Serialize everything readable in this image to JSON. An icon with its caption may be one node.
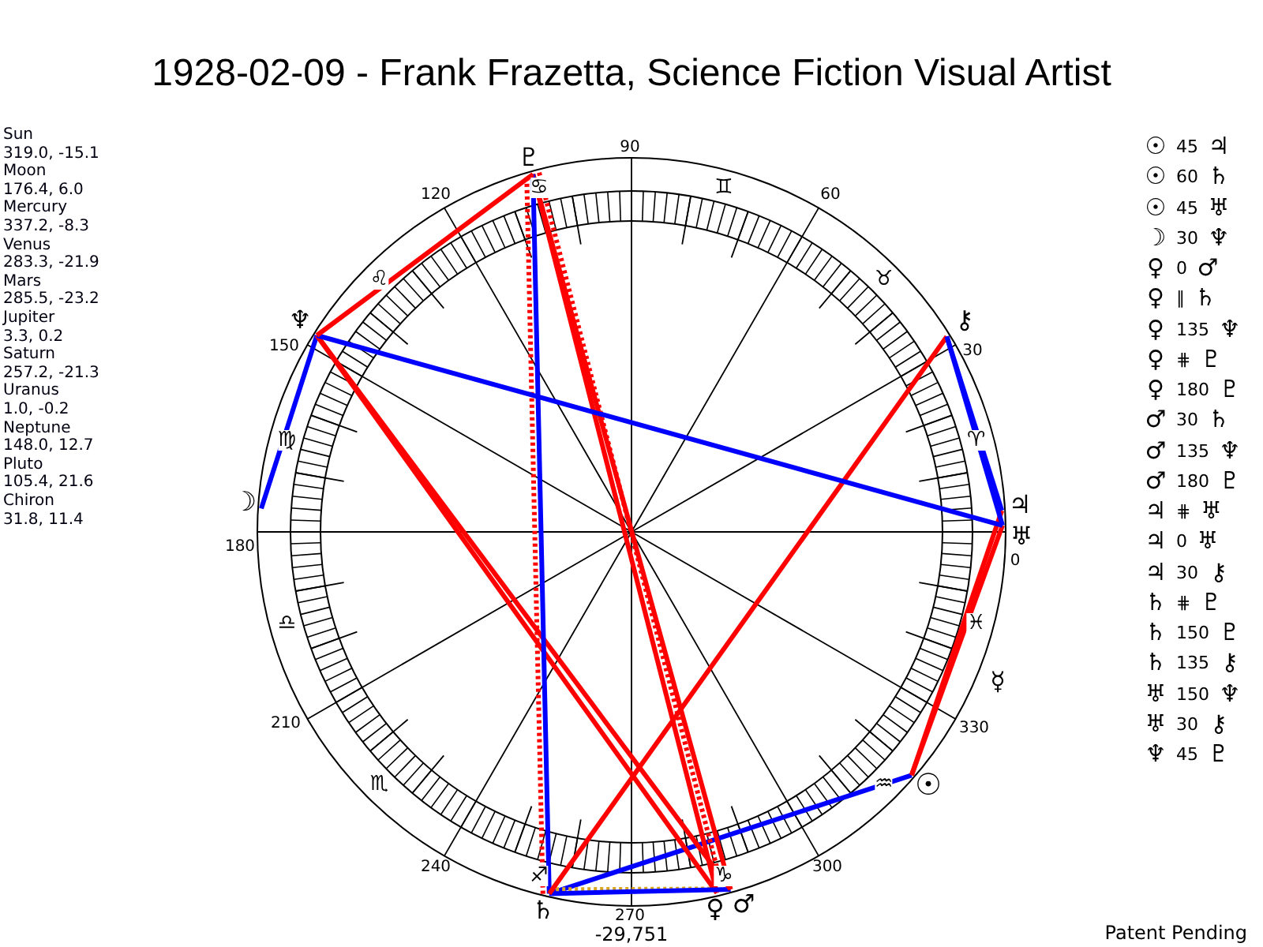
{
  "diagram": {
    "title": "1928-02-09 - Frank Frazetta, Science Fiction Visual Artist",
    "nodes": [
      {
        "text": [
          "☉"
        ]
      },
      {
        "text": [
          "☽"
        ]
      },
      {
        "text": [
          "♀"
        ]
      },
      {
        "text": [
          "♂"
        ]
      },
      {
        "text": [
          "♃"
        ]
      },
      {
        "text": [
          "♄"
        ]
      },
      {
        "text": [
          "♅"
        ]
      },
      {
        "text": [
          "♆"
        ]
      },
      {
        "text": [
          "♇"
        ]
      },
      {
        "text": [
          "⚷"
        ]
      }
    ],
    "edges": [
      {
        "from": 0,
        "to": 4,
        "arrow": "none"
      },
      {
        "from": 0,
        "to": 5,
        "arrow": "none",
        "color": "#0000ff"
      },
      {
        "from": 0,
        "to": 6,
        "arrow": "none"
      },
      {
        "from": 1,
        "to": 7,
        "arrow": "none",
        "color": "#0000ff"
      },
      {
        "from": 2,
        "to": 5,
        "arrow": "none",
        "style": "dashed",
        "color": "#daa520"
      },
      {
        "from": 2,
        "to": 7,
        "arrow": "none"
      },
      {
        "from": 2,
        "to": 8,
        "arrow": "none",
        "style": "dashed"
      },
      {
        "from": 2,
        "to": 8,
        "arrow": "none"
      },
      {
        "from": 3,
        "to": 5,
        "arrow": "none",
        "color": "#0000ff"
      },
      {
        "from": 3,
        "to": 7,
        "arrow": "none"
      },
      {
        "from": 3,
        "to": 8,
        "arrow": "none"
      },
      {
        "from": 4,
        "to": 9,
        "arrow": "none",
        "color": "#0000ff"
      },
      {
        "from": 5,
        "to": 8,
        "arrow": "none",
        "style": "dashed"
      },
      {
        "from": 5,
        "to": 8,
        "arrow": "none",
        "color": "#0000ff"
      },
      {
        "from": 5,
        "to": 9,
        "arrow": "none"
      },
      {
        "from": 6,
        "to": 7,
        "arrow": "none",
        "color": "#0000ff"
      },
      {
        "from": 6,
        "to": 9,
        "arrow": "none",
        "color": "#0000ff"
      },
      {
        "from": 7,
        "to": 8,
        "arrow": "none"
      }
    ],
    "labels": [
      "Sun",
      "319.0, -15.1",
      "Moon",
      "176.4, 6.0",
      "Mercury",
      "337.2, -8.3",
      "Venus",
      "283.3, -21.9",
      "Mars",
      "285.5, -23.2",
      "Jupiter",
      "3.3, 0.2",
      "Saturn",
      "257.2, -21.3",
      "Uranus",
      "1.0, -0.2",
      "Neptune",
      "148.0, 12.7",
      "Pluto",
      "105.4, 21.6",
      "Chiron",
      "31.8, 11.4",
      "90",
      "120",
      "60",
      "150",
      "30",
      "180",
      "0",
      "210",
      "330",
      "240",
      "300",
      "270",
      "♋",
      "♊",
      "♌",
      "♉",
      "♍",
      "♈",
      "♎",
      "♓",
      "♏",
      "♒",
      "♐",
      "♑",
      "☿",
      "☉",
      "45",
      "♃",
      "☉",
      "60",
      "♄",
      "☉",
      "45",
      "♅",
      "☽",
      "30",
      "♆",
      "♀",
      "0",
      "♂",
      "♀",
      "∥",
      "♄",
      "♀",
      "135",
      "♆",
      "♀",
      "⋕",
      "♇",
      "♀",
      "180",
      "♇",
      "♂",
      "30",
      "♄",
      "♂",
      "135",
      "♆",
      "♂",
      "180",
      "♇",
      "♃",
      "⋕",
      "♅",
      "♃",
      "0",
      "♅",
      "♃",
      "30",
      "⚷",
      "♄",
      "⋕",
      "♇",
      "♄",
      "150",
      "♇",
      "♄",
      "135",
      "⚷",
      "♅",
      "150",
      "♆",
      "♅",
      "30",
      "⚷",
      "♆",
      "45",
      "♇",
      "-29,751",
      "Patent Pending"
    ]
  }
}
